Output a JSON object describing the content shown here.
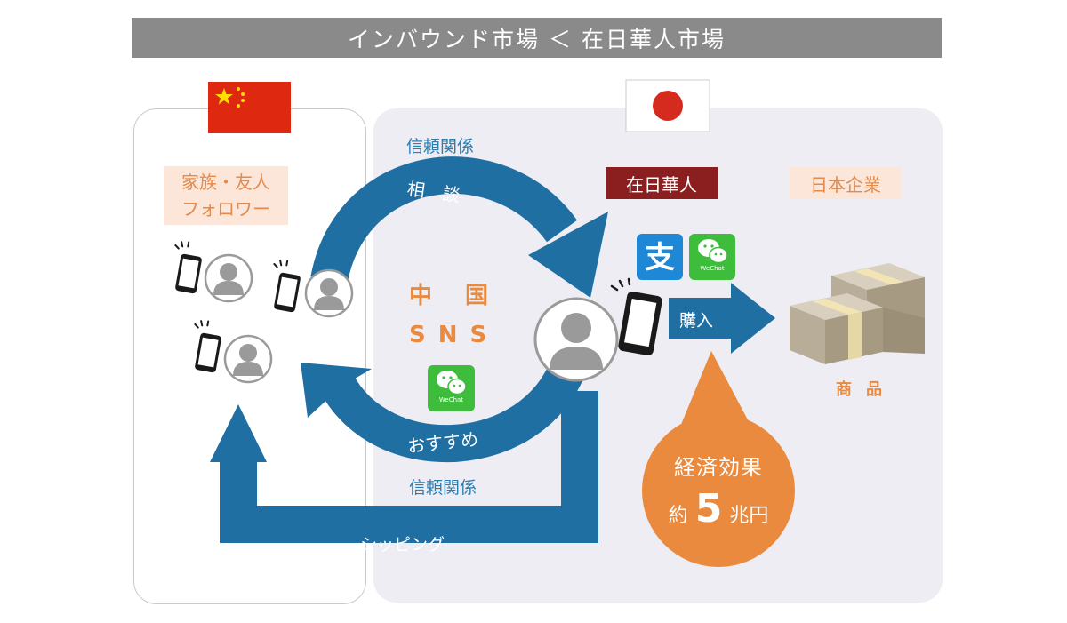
{
  "title": "インバウンド市場 ＜ 在日華人市場",
  "left": {
    "family_line1": "家族・友人",
    "family_line2": "フォロワー"
  },
  "center": {
    "top_trust": "信頼関係",
    "consult": "相　談",
    "sns_line1": "中 国",
    "sns_line2": "SNS",
    "recommend": "おすすめ",
    "bottom_trust": "信頼関係",
    "shipping": "シッピング",
    "wechat_icon_text": "WeChat"
  },
  "right": {
    "chinese_in_japan": "在日華人",
    "japanese_company": "日本企業",
    "purchase": "購入",
    "goods": "商品",
    "alipay_icon": "alipay-icon",
    "economic_effect_line1": "経済効果",
    "economic_effect_prefix": "約",
    "economic_effect_value": "5",
    "economic_effect_suffix": "兆円"
  },
  "colors": {
    "arrow_blue": "#1f6fa3",
    "title_gray": "#8a8a8a",
    "accent_orange": "#ea8a3e",
    "dark_red": "#8b1f20",
    "china_red": "#de2910",
    "japan_red": "#d52b1e",
    "wechat_green": "#3ebd3c",
    "alipay_blue": "#1e88d6"
  }
}
